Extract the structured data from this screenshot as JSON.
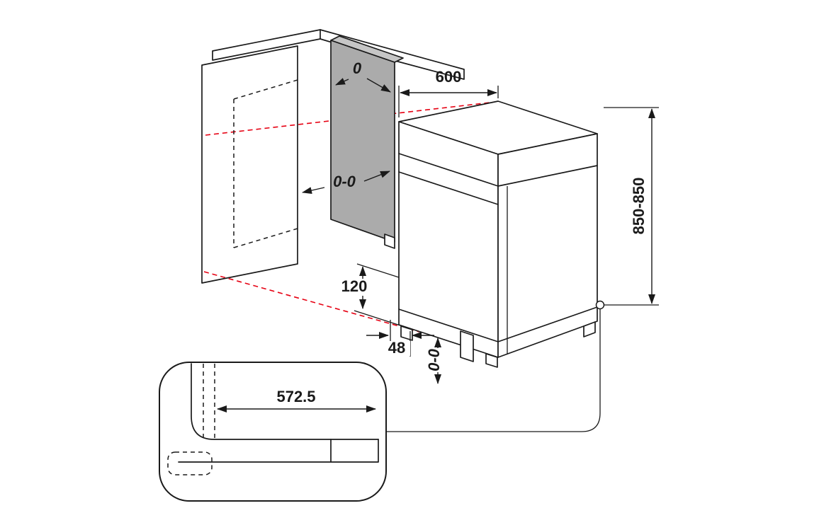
{
  "diagram": {
    "description": "Dishwasher installation dimension drawing with niche, side panel and plinth detail inset",
    "labels": {
      "width": "600",
      "height": "850-850",
      "top_gap": "0",
      "side_gap": "0-0",
      "plinth_height": "120",
      "foot_inset": "48",
      "bottom_gap": "0-0",
      "detail_depth": "572.5"
    },
    "colors": {
      "line": "#1a1a1a",
      "guide": "#e60012",
      "panel": "#ababab",
      "panel_top": "#c6c6c6",
      "background": "#ffffff"
    }
  }
}
